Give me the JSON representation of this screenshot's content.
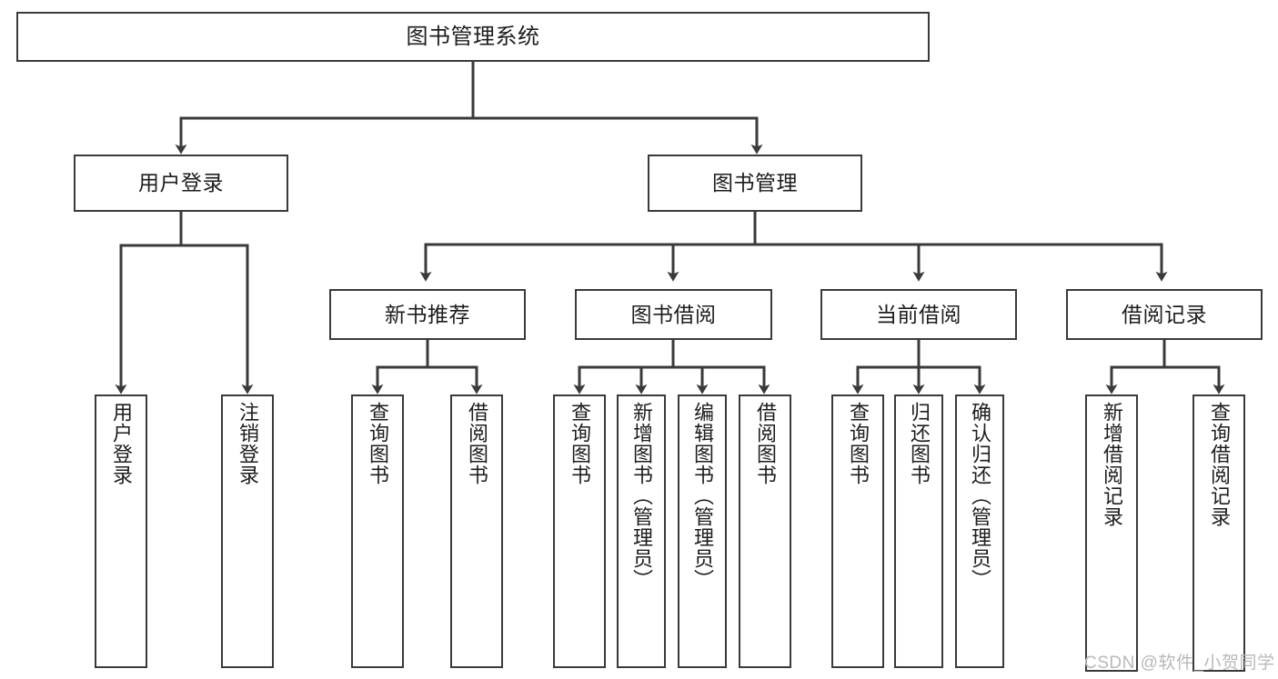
{
  "diagram": {
    "type": "tree-structure-chart",
    "title": "图书管理系统",
    "watermark": "CSDN @软件_小贺同学",
    "colors": {
      "stroke": "#3a3a3a",
      "background": "#ffffff",
      "text": "#1d1d1d",
      "watermark": "#b8b8b8"
    },
    "nodes": {
      "root": {
        "label": "图书管理系统"
      },
      "level2": [
        {
          "id": "user-login",
          "label": "用户登录"
        },
        {
          "id": "book-manage",
          "label": "图书管理"
        }
      ],
      "level3": [
        {
          "id": "new-book-recommend",
          "label": "新书推荐"
        },
        {
          "id": "book-borrow",
          "label": "图书借阅"
        },
        {
          "id": "current-borrow",
          "label": "当前借阅"
        },
        {
          "id": "borrow-record",
          "label": "借阅记录"
        }
      ],
      "leaves": [
        {
          "id": "leaf-user-login",
          "label": "用户登录",
          "parent": "user-login"
        },
        {
          "id": "leaf-logout-login",
          "label": "注销登录",
          "parent": "user-login"
        },
        {
          "id": "leaf-query-book-1",
          "label": "查询图书",
          "parent": "new-book-recommend"
        },
        {
          "id": "leaf-borrow-book-1",
          "label": "借阅图书",
          "parent": "new-book-recommend"
        },
        {
          "id": "leaf-query-book-2",
          "label": "查询图书",
          "parent": "book-borrow"
        },
        {
          "id": "leaf-add-book",
          "label": "新增图书（管理员）",
          "parent": "book-borrow"
        },
        {
          "id": "leaf-edit-book",
          "label": "编辑图书（管理员）",
          "parent": "book-borrow"
        },
        {
          "id": "leaf-borrow-book-2",
          "label": "借阅图书",
          "parent": "book-borrow"
        },
        {
          "id": "leaf-query-book-3",
          "label": "查询图书",
          "parent": "current-borrow"
        },
        {
          "id": "leaf-return-book",
          "label": "归还图书",
          "parent": "current-borrow"
        },
        {
          "id": "leaf-confirm-return",
          "label": "确认归还（管理员）",
          "parent": "current-borrow"
        },
        {
          "id": "leaf-add-record",
          "label": "新增借阅记录",
          "parent": "borrow-record"
        },
        {
          "id": "leaf-query-record",
          "label": "查询借阅记录",
          "parent": "borrow-record"
        }
      ]
    }
  }
}
